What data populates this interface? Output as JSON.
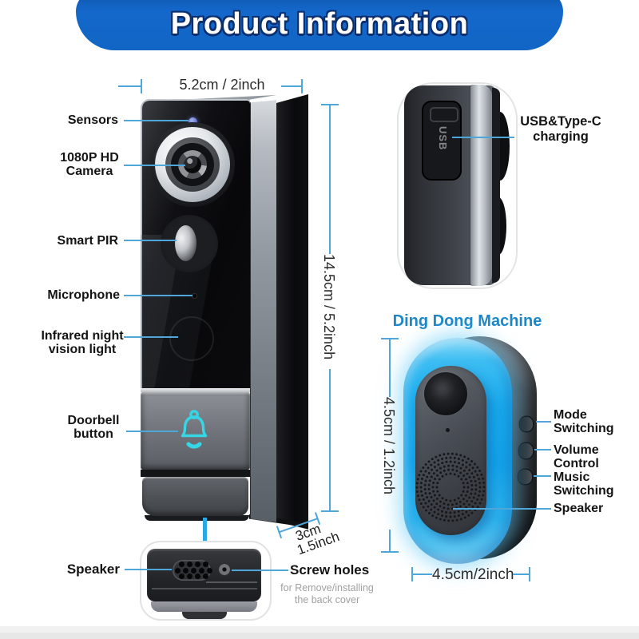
{
  "banner": {
    "title": "Product Information"
  },
  "doorbell": {
    "width_dim": "5.2cm / 2inch",
    "height_dim": "14.5cm / 5.2inch",
    "depth_dim_line1": "3cm",
    "depth_dim_line2": "1.5inch",
    "labels": {
      "sensors": "Sensors",
      "camera_line1": "1080P HD",
      "camera_line2": "Camera",
      "pir": "Smart PIR",
      "microphone": "Microphone",
      "ir_line1": "Infrared night",
      "ir_line2": "vision light",
      "button_line1": "Doorbell",
      "button_line2": "button",
      "speaker": "Speaker"
    }
  },
  "usb_view": {
    "label_line1": "USB&Type-C",
    "label_line2": "charging",
    "port_label": "USB"
  },
  "bottom_view": {
    "speaker_label": "Speaker",
    "screw_label": "Screw holes",
    "screw_note_line1": "for Remove/installing",
    "screw_note_line2": "the back cover"
  },
  "chime": {
    "title": "Ding Dong Machine",
    "height_dim": "4.5cm / 1.2inch",
    "width_dim": "4.5cm/2inch",
    "labels": {
      "mode_line1": "Mode",
      "mode_line2": "Switching",
      "volume_line1": "Volume",
      "volume_line2": "Control",
      "music_line1": "Music",
      "music_line2": "Switching",
      "speaker": "Speaker"
    }
  },
  "colors": {
    "accent_blue": "#4fa6d9",
    "banner_blue": "#1266c6",
    "title_blue": "#1c87c9",
    "glow_cyan": "#29b2ef",
    "bell_cyan": "#35d6e6"
  }
}
